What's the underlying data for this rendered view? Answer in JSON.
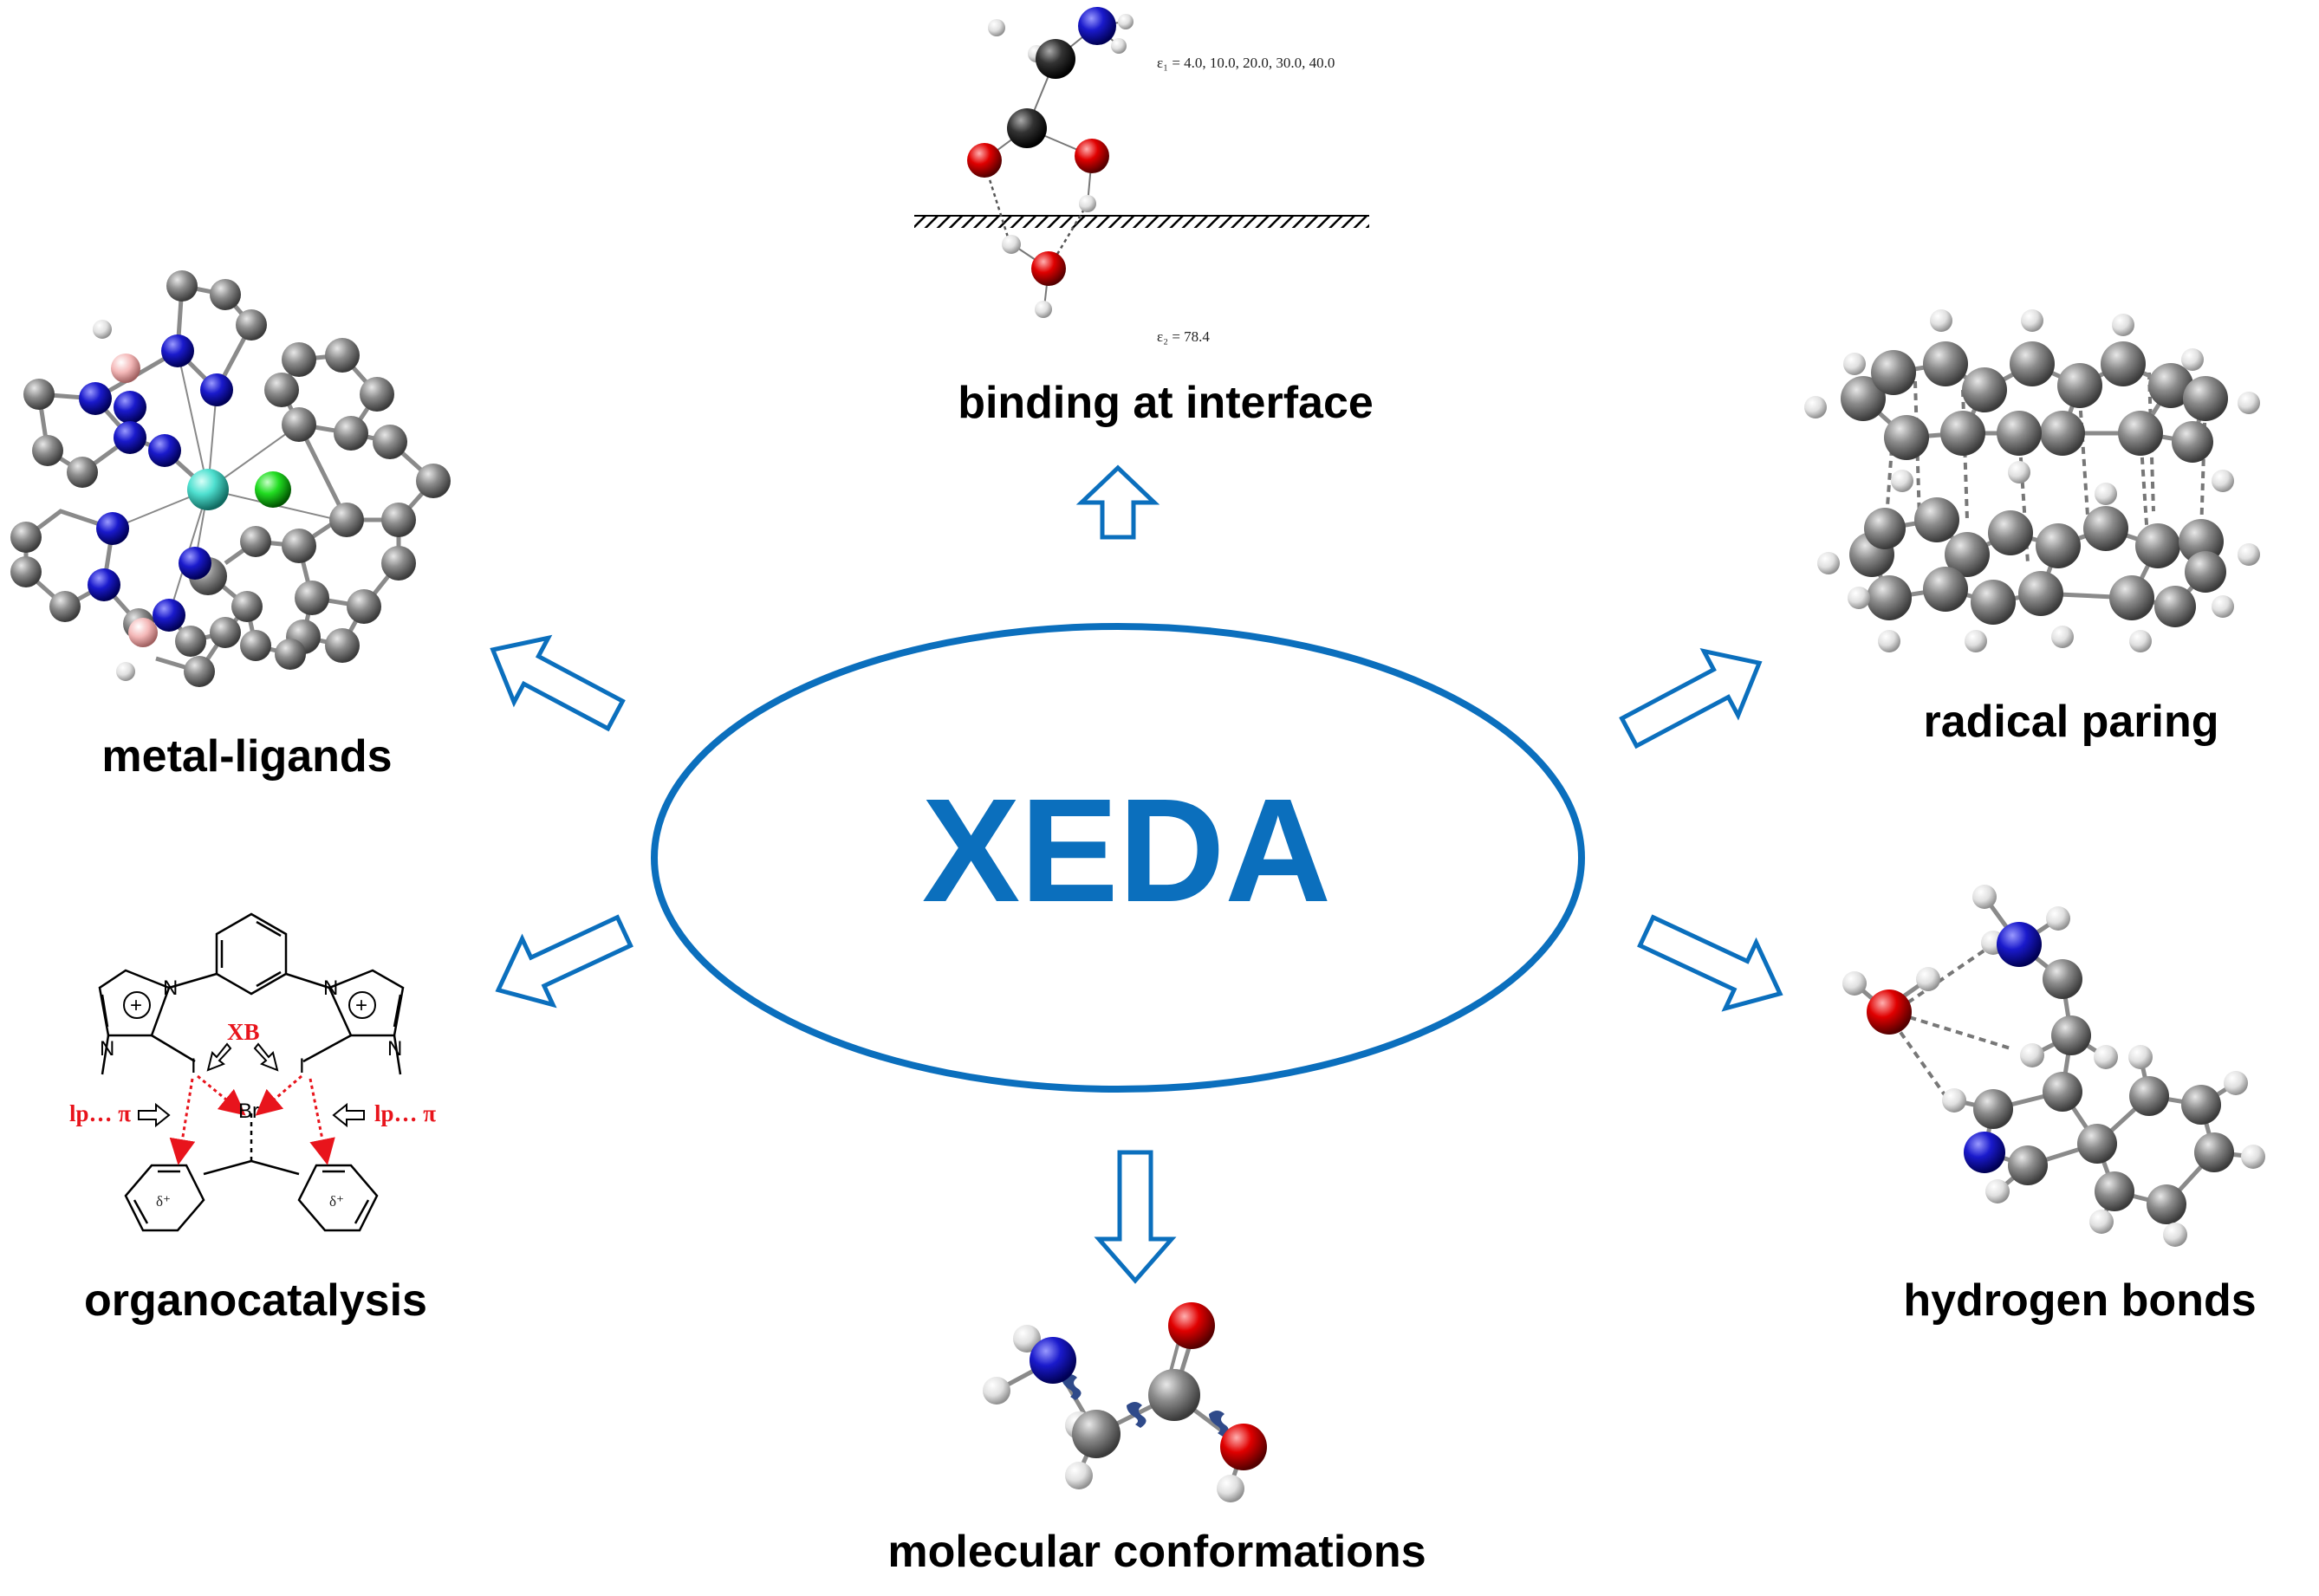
{
  "center": {
    "title": "XEDA"
  },
  "labels": {
    "binding": "binding at interface",
    "metal": "metal-ligands",
    "radical": "radical paring",
    "organo": "organocatalysis",
    "hbonds": "hydrogen bonds",
    "conformations": "molecular conformations"
  },
  "interface": {
    "eps1": "ε₁ = 4.0, 10.0, 20.0, 30.0, 40.0",
    "eps2": "ε₂ = 78.4"
  },
  "organocatalysis": {
    "xb": "XB",
    "lp_left": "lp… π",
    "lp_right": "lp… π",
    "br": "Br",
    "iodine": "I",
    "nitrogen": "N",
    "plus": "+",
    "delta_plus": "δ⁺"
  },
  "colors": {
    "accent": "#0b6fbd",
    "carbon": "#8c8c8c",
    "nitrogen": "#1a1acc",
    "oxygen": "#e00000",
    "hydrogen": "#e6e6e6",
    "metal": "#4fe0d0",
    "chlorine": "#22dd22",
    "boron": "#f4b8b8",
    "red_text": "#e8141c"
  }
}
